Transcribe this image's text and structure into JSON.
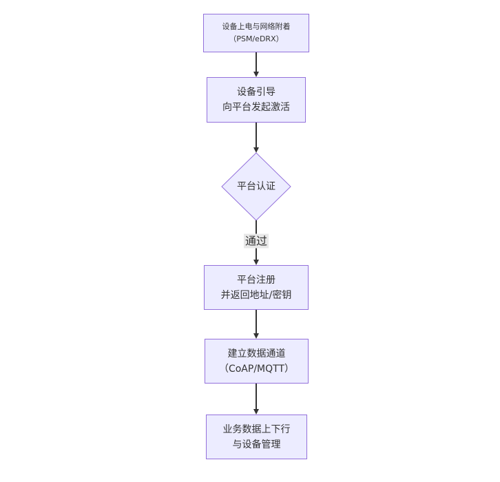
{
  "diagram": {
    "type": "flowchart",
    "direction": "top-down",
    "colors": {
      "node_fill": "#ECECFF",
      "node_border": "#9370DB",
      "edge_color": "#333333",
      "edge_label_bg": "#e8e8e8",
      "text_color": "#333333",
      "background": "#ffffff"
    },
    "nodes": [
      {
        "id": "A",
        "shape": "rect",
        "lines": [
          "设备上电与网络附着",
          "（PSM/eDRX）"
        ]
      },
      {
        "id": "B",
        "shape": "rect",
        "lines": [
          "设备引导",
          "向平台发起激活"
        ]
      },
      {
        "id": "C",
        "shape": "diamond",
        "lines": [
          "平台认证"
        ]
      },
      {
        "id": "D",
        "shape": "rect",
        "lines": [
          "平台注册",
          "并返回地址/密钥"
        ]
      },
      {
        "id": "E",
        "shape": "rect",
        "lines": [
          "建立数据通道",
          "（CoAP/MQTT）"
        ]
      },
      {
        "id": "F",
        "shape": "rect",
        "lines": [
          "业务数据上下行",
          "与设备管理"
        ]
      }
    ],
    "edges": [
      {
        "from": "A",
        "to": "B",
        "label": ""
      },
      {
        "from": "B",
        "to": "C",
        "label": ""
      },
      {
        "from": "C",
        "to": "D",
        "label": "通过"
      },
      {
        "from": "D",
        "to": "E",
        "label": ""
      },
      {
        "from": "E",
        "to": "F",
        "label": ""
      }
    ]
  }
}
